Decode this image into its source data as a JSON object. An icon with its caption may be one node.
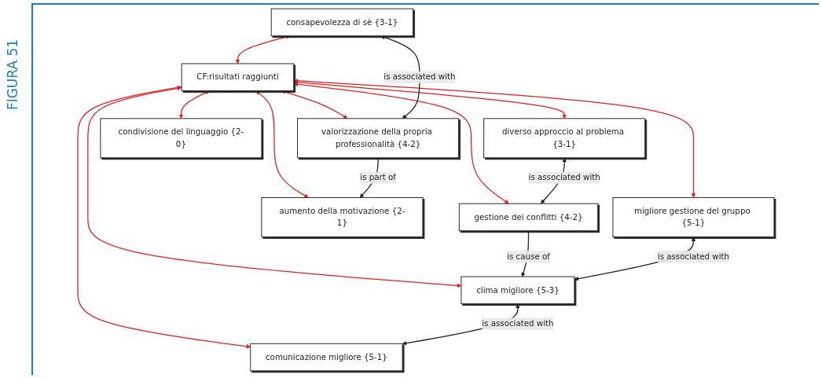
{
  "diagram": {
    "nodes": [
      {
        "text": [
          "consapevolezza di sè {3-1}"
        ]
      },
      {
        "text": [
          "CF:risultati raggiunti"
        ]
      },
      {
        "text": [
          "diverso approccio al problema {3-1}"
        ]
      },
      {
        "text": [
          "valorizzazione della propria professionalità {4-2}"
        ]
      },
      {
        "text": [
          "gestione dei conflitti {4-2}"
        ]
      },
      {
        "text": [
          "migliore gestione del gruppo {5-1}"
        ]
      },
      {
        "text": [
          "aumento della motivazione {2-1}"
        ]
      },
      {
        "text": [
          "clima migliore {5-3}"
        ]
      },
      {
        "text": [
          "condivisione del linguaggio {2-0}"
        ]
      },
      {
        "text": [
          "comunicazione migliore {5-1}"
        ]
      }
    ],
    "edges": [
      {
        "from": 0,
        "to": 1,
        "arrow": "both"
      },
      {
        "from": 1,
        "to": 2,
        "arrow": "both"
      },
      {
        "from": 1,
        "to": 3,
        "arrow": "both"
      },
      {
        "from": 1,
        "to": 6,
        "arrow": "both"
      },
      {
        "from": 1,
        "to": 5,
        "arrow": "both"
      },
      {
        "from": 1,
        "to": 8,
        "arrow": "both"
      },
      {
        "from": 1,
        "to": 9,
        "arrow": "both"
      },
      {
        "from": 1,
        "to": 7,
        "arrow": "both"
      },
      {
        "from": 1,
        "to": 4,
        "arrow": "both"
      },
      {
        "from": 0,
        "to": 3,
        "arrow": "both",
        "label": "is associated with",
        "color": "#222222"
      },
      {
        "from": 3,
        "to": 6,
        "arrow": "to",
        "label": "is part of",
        "color": "#222222"
      },
      {
        "from": 2,
        "to": 4,
        "arrow": "both",
        "label": "is associated with",
        "color": "#222222"
      },
      {
        "from": 4,
        "to": 7,
        "arrow": "to",
        "label": "is cause of",
        "color": "#222222"
      },
      {
        "from": 5,
        "to": 7,
        "arrow": "both",
        "label": "is associated with",
        "color": "#222222"
      },
      {
        "from": 7,
        "to": 9,
        "arrow": "both",
        "label": "is associated with",
        "color": "#222222"
      }
    ],
    "labels": [
      "FIGURA 51"
    ]
  }
}
